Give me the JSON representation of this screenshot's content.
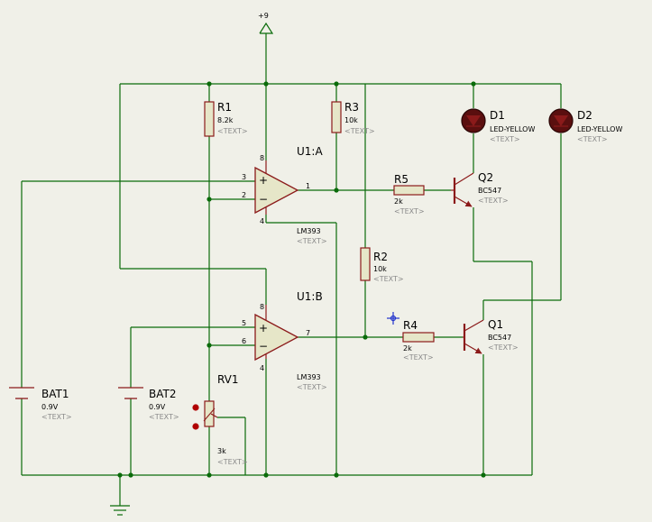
{
  "supply": {
    "label": "+9"
  },
  "colors": {
    "wire": "#0a6b0a",
    "component": "#8b1a1a",
    "component_fill": "#e6e6c8",
    "led_fill": "#5a0f0f",
    "text_gray": "#8a8a8a",
    "background": "#f0f0e8",
    "cursor": "#2233cc"
  },
  "components": {
    "r1": {
      "ref": "R1",
      "value": "8.2k",
      "text": "<TEXT>"
    },
    "r3": {
      "ref": "R3",
      "value": "10k",
      "text": "<TEXT>"
    },
    "r5": {
      "ref": "R5",
      "value": "2k",
      "text": "<TEXT>"
    },
    "r2": {
      "ref": "R2",
      "value": "10k",
      "text": "<TEXT>"
    },
    "r4": {
      "ref": "R4",
      "value": "2k",
      "text": "<TEXT>"
    },
    "d1": {
      "ref": "D1",
      "value": "LED-YELLOW",
      "text": "<TEXT>"
    },
    "d2": {
      "ref": "D2",
      "value": "LED-YELLOW",
      "text": "<TEXT>"
    },
    "q2": {
      "ref": "Q2",
      "value": "BC547",
      "text": "<TEXT>"
    },
    "q1": {
      "ref": "Q1",
      "value": "BC547",
      "text": "<TEXT>"
    },
    "u1a": {
      "ref": "U1:A",
      "value": "LM393",
      "text": "<TEXT>",
      "pins": [
        "3",
        "2",
        "1",
        "8",
        "4"
      ],
      "plus": "+",
      "minus": "−"
    },
    "u1b": {
      "ref": "U1:B",
      "value": "LM393",
      "text": "<TEXT>",
      "pins": [
        "5",
        "6",
        "7",
        "8",
        "4"
      ],
      "plus": "+",
      "minus": "−"
    },
    "bat1": {
      "ref": "BAT1",
      "value": "0.9V",
      "text": "<TEXT>"
    },
    "bat2": {
      "ref": "BAT2",
      "value": "0.9V",
      "text": "<TEXT>"
    },
    "rv1": {
      "ref": "RV1",
      "value": "3k",
      "text": "<TEXT>"
    }
  }
}
